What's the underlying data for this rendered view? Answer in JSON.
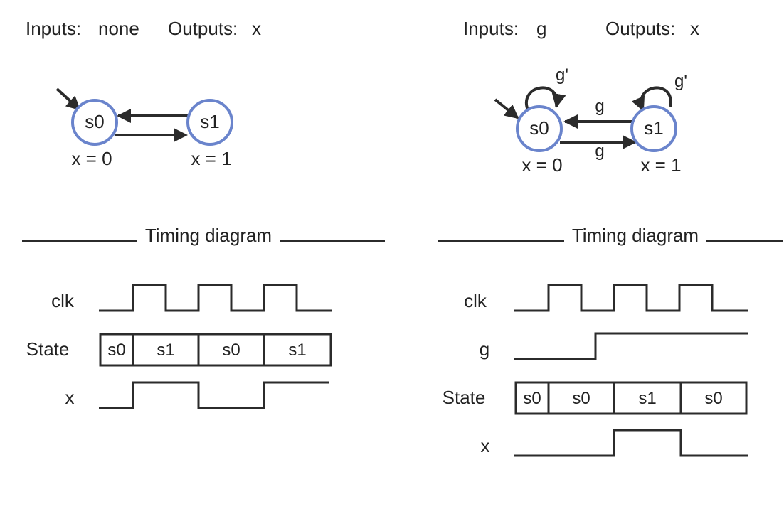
{
  "left": {
    "inputs_label": "Inputs:",
    "inputs_value": "none",
    "outputs_label": "Outputs:",
    "outputs_value": "x",
    "states": [
      {
        "name": "s0",
        "output": "x = 0"
      },
      {
        "name": "s1",
        "output": "x = 1"
      }
    ],
    "timing_title": "Timing diagram",
    "signals": {
      "clk": "clk",
      "state": "State",
      "x": "x"
    },
    "state_cells": [
      "s0",
      "s1",
      "s0",
      "s1"
    ]
  },
  "right": {
    "inputs_label": "Inputs:",
    "inputs_value": "g",
    "outputs_label": "Outputs:",
    "outputs_value": "x",
    "states": [
      {
        "name": "s0",
        "output": "x = 0"
      },
      {
        "name": "s1",
        "output": "x = 1"
      }
    ],
    "transitions": {
      "s0_self": "g'",
      "s1_self": "g'",
      "s1_to_s0": "g",
      "s0_to_s1": "g"
    },
    "timing_title": "Timing diagram",
    "signals": {
      "clk": "clk",
      "g": "g",
      "state": "State",
      "x": "x"
    },
    "state_cells": [
      "s0",
      "s0",
      "s1",
      "s0"
    ]
  },
  "colors": {
    "state_circle": "#6A84CC",
    "line": "#2b2b2b",
    "text": "#222222"
  }
}
